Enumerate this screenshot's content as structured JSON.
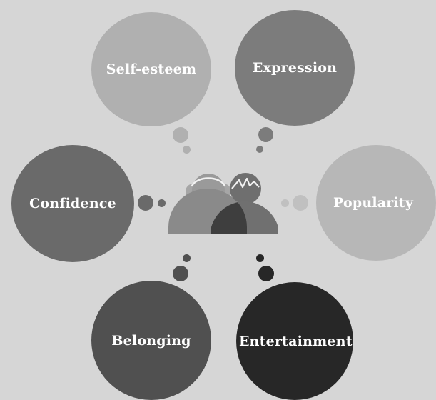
{
  "diagram": {
    "bubbles": {
      "self_esteem": "Self-esteem",
      "expression": "Expression",
      "confidence": "Confidence",
      "popularity": "Popularity",
      "belonging": "Belonging",
      "entertainment": "Entertainment"
    },
    "center_icon": "two-people-icon",
    "colors": {
      "background": "#d6d6d6",
      "self_esteem": "#b0b0b0",
      "expression": "#7c7c7c",
      "confidence": "#6a6a6a",
      "popularity": "#b7b7b7",
      "belonging": "#505050",
      "entertainment": "#272727"
    }
  }
}
